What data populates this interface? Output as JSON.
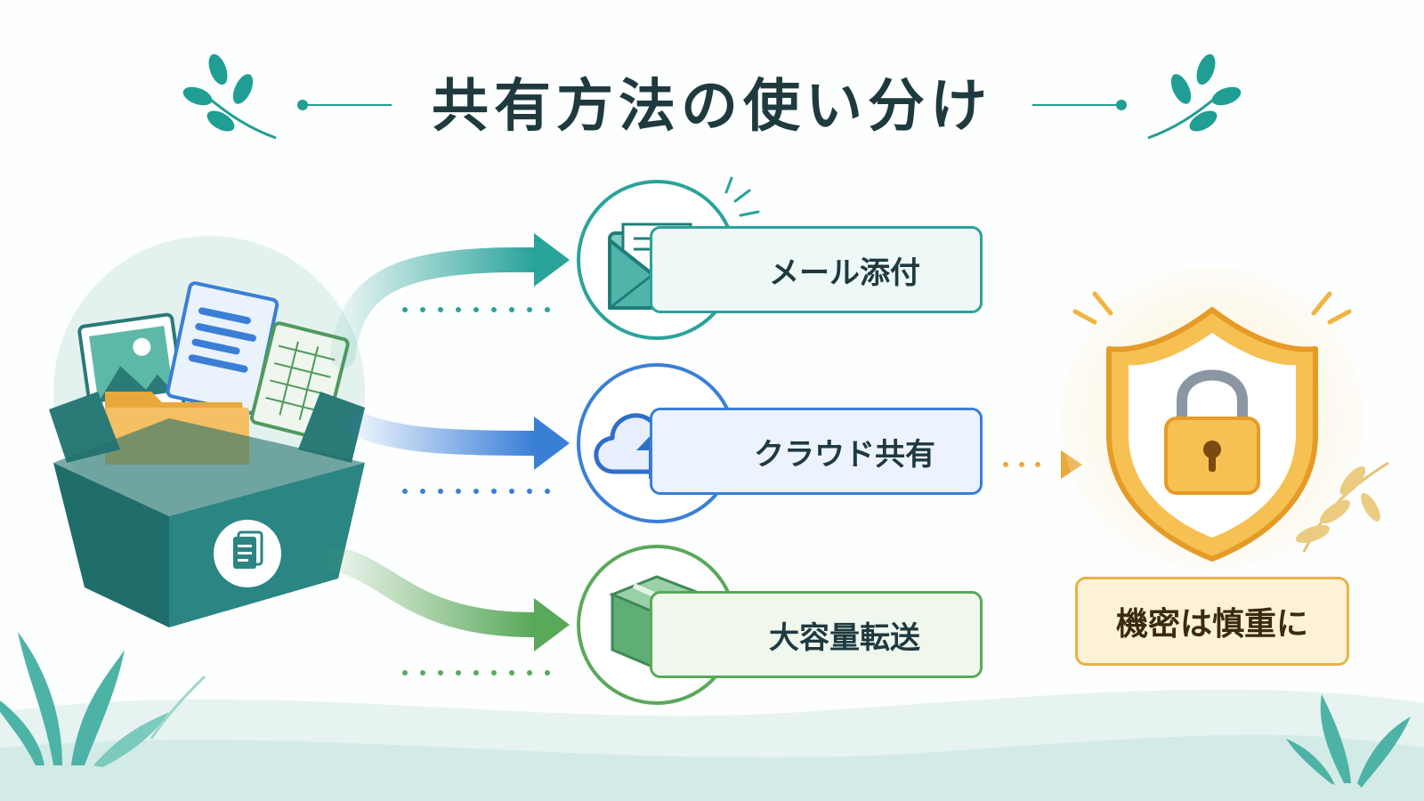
{
  "title": "共有方法の使い分け",
  "methods": [
    {
      "key": "mail",
      "label": "メール添付",
      "icon": "envelope-icon",
      "color": "#2aa39a"
    },
    {
      "key": "cloud",
      "label": "クラウド共有",
      "icon": "cloud-upload-icon",
      "color": "#3a7fd6"
    },
    {
      "key": "bulk",
      "label": "大容量転送",
      "icon": "package-box-icon",
      "color": "#5aa85a"
    }
  ],
  "security": {
    "label": "機密は慎重に",
    "icon": "shield-lock-icon",
    "color": "#e8b24a"
  },
  "source": {
    "icon": "file-box-icon",
    "color": "#2a7a78"
  }
}
